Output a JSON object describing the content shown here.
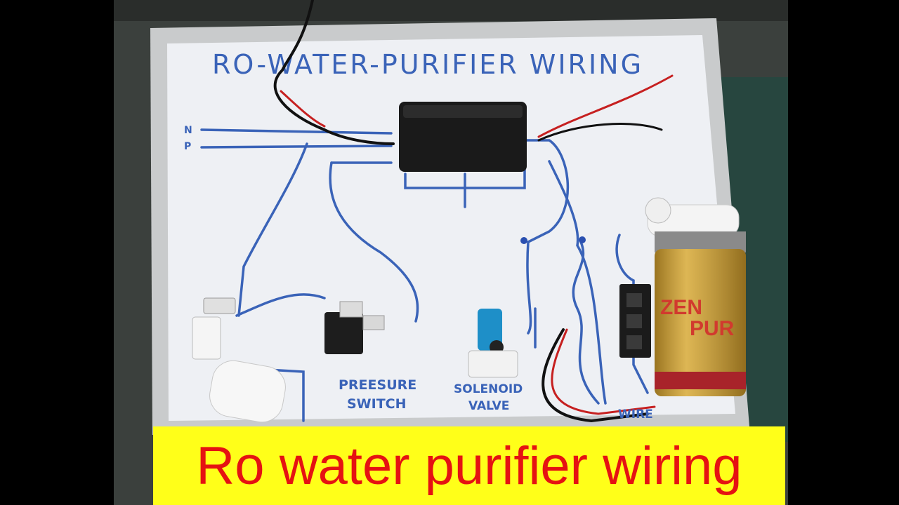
{
  "board": {
    "title": "RO-WATER-PURIFIER WIRING",
    "supply_labels": [
      "N",
      "P"
    ],
    "pressure_switch_label": [
      "PREESURE",
      "SWITCH"
    ],
    "solenoid_label": [
      "SOLENOID",
      "VALVE"
    ],
    "wire_label": "WIRE",
    "pump_brand": [
      "ZEN",
      "PUR"
    ]
  },
  "caption": {
    "text": "Ro water purifier wiring",
    "background": "#ffff19",
    "color": "#e51212"
  },
  "colors": {
    "marker_blue": "#3a63b8",
    "board_white": "#eef0f4",
    "frame_silver": "#c9cbcc",
    "adapter_black": "#1a1a1a",
    "pump_gold": "#c89a2e"
  }
}
